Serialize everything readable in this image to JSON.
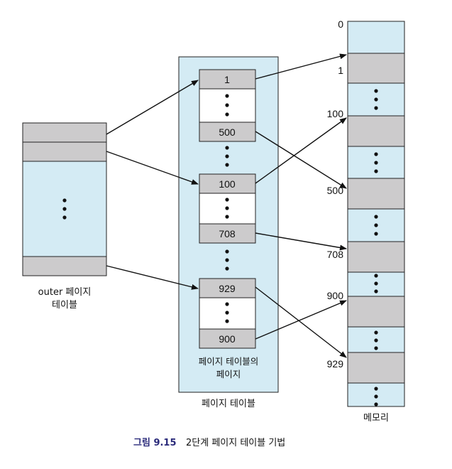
{
  "outer_table": {
    "label_line1": "outer 페이지",
    "label_line2": "테이블"
  },
  "page_table": {
    "label": "페이지 테이블",
    "inner_label_line1": "페이지 테이블의",
    "inner_label_line2": "페이지",
    "entries": [
      "1",
      "500",
      "100",
      "708",
      "929",
      "900"
    ]
  },
  "memory": {
    "label": "메모리",
    "addresses": [
      "0",
      "1",
      "100",
      "500",
      "708",
      "900",
      "929"
    ]
  },
  "caption": {
    "figure": "그림 9.15",
    "text": "2단계 페이지 테이블 기법"
  },
  "colors": {
    "light_blue": "#d4ebf4",
    "gray": "#cccbcc",
    "stroke": "#222222",
    "caption_figure": "#2a2a7a"
  }
}
